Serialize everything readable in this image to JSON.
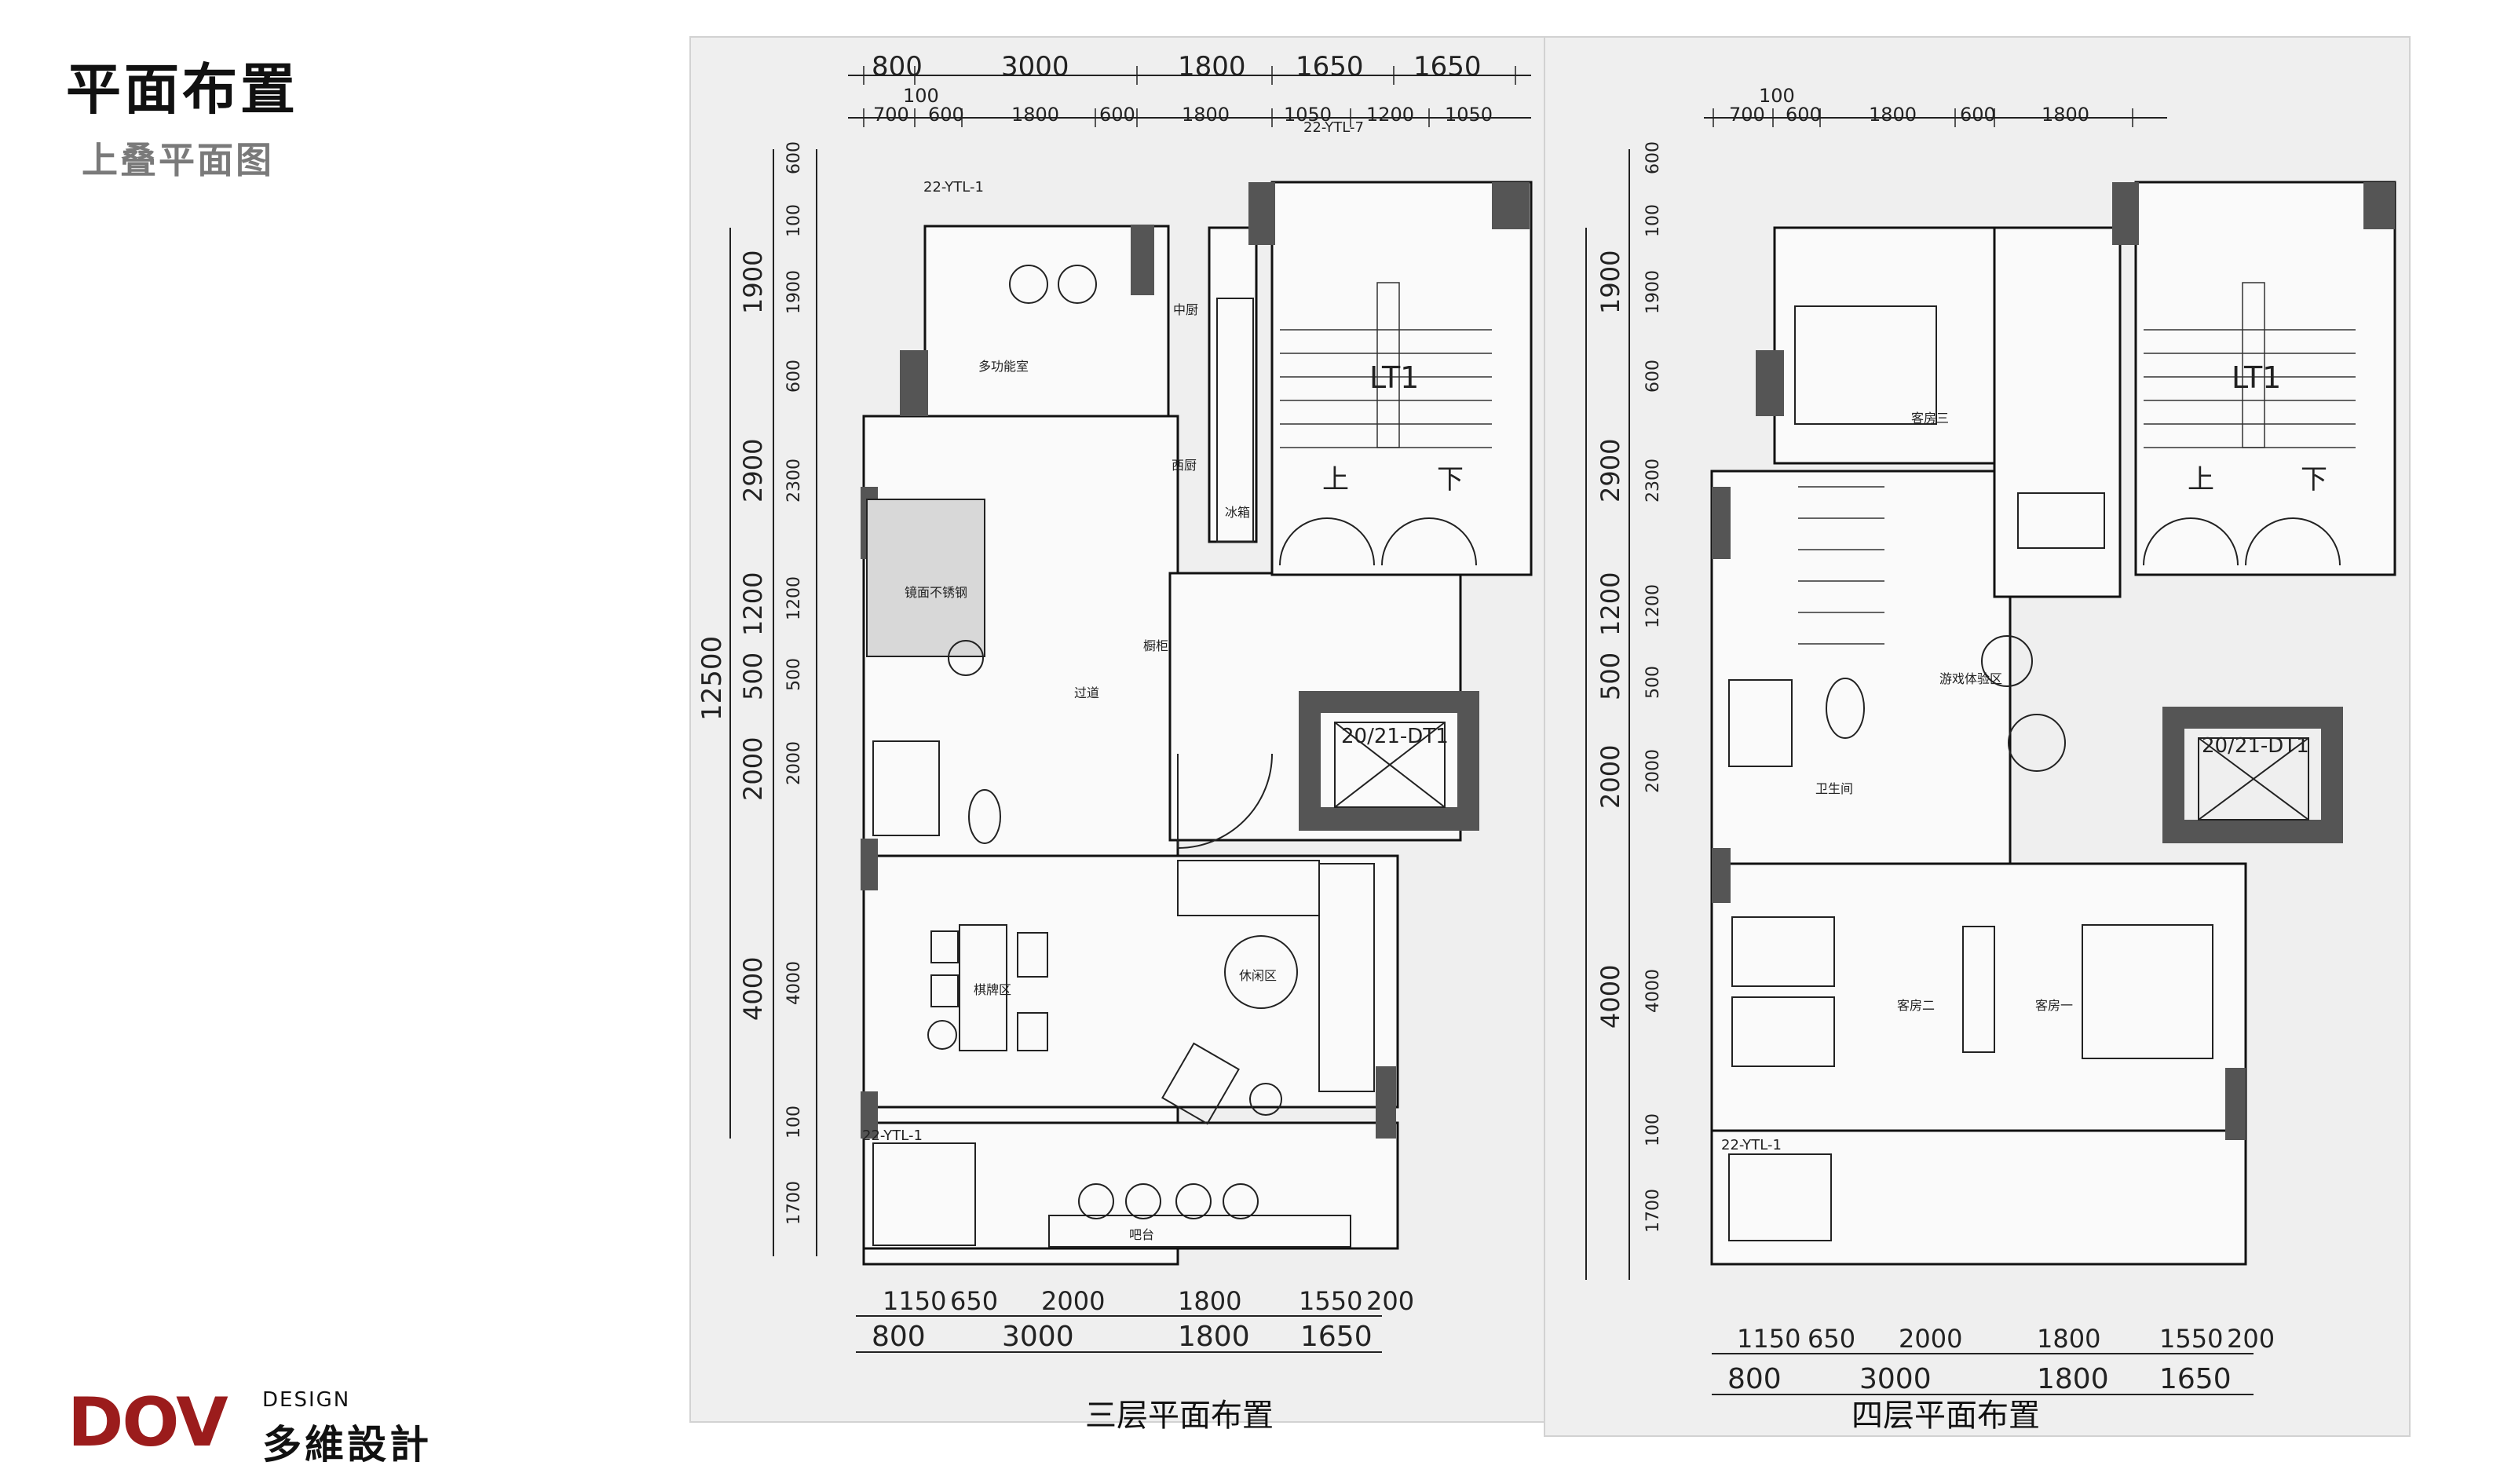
{
  "header": {
    "title": "平面布置",
    "subtitle": "上叠平面图"
  },
  "brand": {
    "mark": "DOV",
    "tag": "DESIGN",
    "cn_name": "多維設計",
    "color": "#9b1c1c"
  },
  "plan_left": {
    "caption": "三层平面布置",
    "top_dims_1": [
      "800",
      "3000",
      "1800",
      "1650",
      "1650"
    ],
    "top_dims_2": [
      "700",
      "100",
      "600",
      "1800",
      "600",
      "1800",
      "1050",
      "1200",
      "1050"
    ],
    "side_outer": [
      "1900",
      "2900",
      "1200",
      "500",
      "2000",
      "4000"
    ],
    "side_inner": [
      "600",
      "100",
      "1900",
      "600",
      "2300",
      "1200",
      "500",
      "2000",
      "4000",
      "100",
      "1700"
    ],
    "total": "12500",
    "bottom_dims_1": [
      "1150",
      "650",
      "2000",
      "1800",
      "1550",
      "200"
    ],
    "bottom_dims_2": [
      "800",
      "3000",
      "1800",
      "1650"
    ],
    "tags": {
      "ytl_top": "22-YTL-1",
      "ytl_mid": "22-YTL-7",
      "ytl_bottom": "22-YTL-1",
      "stair": "LT1",
      "elevator": "20/21-DT1",
      "up": "上",
      "down": "下"
    },
    "rooms": [
      "中厨",
      "多功能室",
      "西厨",
      "冰箱",
      "过道",
      "休闲区",
      "棋牌区",
      "吧台",
      "橱柜",
      "镜面不锈钢"
    ]
  },
  "plan_right": {
    "caption": "四层平面布置",
    "top_dims_2": [
      "100",
      "700",
      "600",
      "1800",
      "600",
      "1800"
    ],
    "side_outer": [
      "1900",
      "2900",
      "1200",
      "500",
      "2000",
      "4000"
    ],
    "side_inner": [
      "600",
      "100",
      "1900",
      "600",
      "2300",
      "1200",
      "500",
      "2000",
      "4000",
      "100",
      "1700"
    ],
    "bottom_dims_1": [
      "1150",
      "650",
      "2000",
      "1800",
      "1550",
      "200"
    ],
    "bottom_dims_2": [
      "800",
      "3000",
      "1800",
      "1650"
    ],
    "tags": {
      "ytl_bottom": "22-YTL-1",
      "stair": "LT1",
      "elevator": "20/21-DT1",
      "up": "上",
      "down": "下"
    },
    "rooms": [
      "客房三",
      "游戏体验区",
      "卫生间",
      "客房二",
      "客房一"
    ]
  }
}
